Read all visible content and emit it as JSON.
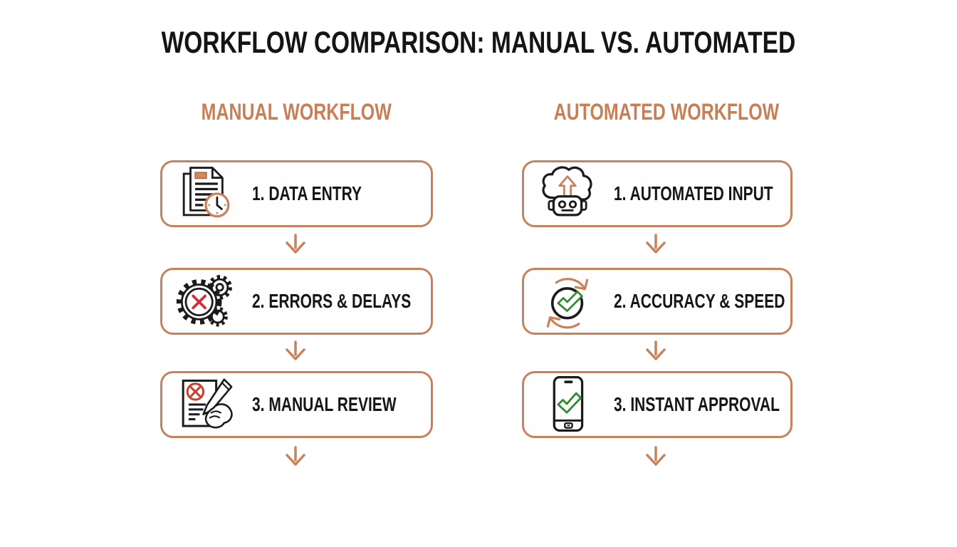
{
  "title": "WORKFLOW COMPARISON: MANUAL VS. AUTOMATED",
  "colors": {
    "accent_orange": "#c9805c",
    "heading_orange": "#c97f56",
    "text_black": "#161616",
    "error_red": "#d22b3a",
    "review_red": "#c4402f",
    "success_green": "#2e8b2f"
  },
  "columns": [
    {
      "id": "manual",
      "header": "MANUAL WORKFLOW",
      "steps": [
        {
          "label": "1. DATA ENTRY",
          "icon": "document-clock-icon"
        },
        {
          "label": "2. ERRORS & DELAYS",
          "icon": "gear-error-icon"
        },
        {
          "label": "3. MANUAL REVIEW",
          "icon": "document-pen-icon"
        }
      ]
    },
    {
      "id": "automated",
      "header": "AUTOMATED WORKFLOW",
      "steps": [
        {
          "label": "1. AUTOMATED INPUT",
          "icon": "cloud-robot-icon"
        },
        {
          "label": "2. ACCURACY & SPEED",
          "icon": "sync-check-icon"
        },
        {
          "label": "3. INSTANT APPROVAL",
          "icon": "phone-check-icon"
        }
      ]
    }
  ]
}
